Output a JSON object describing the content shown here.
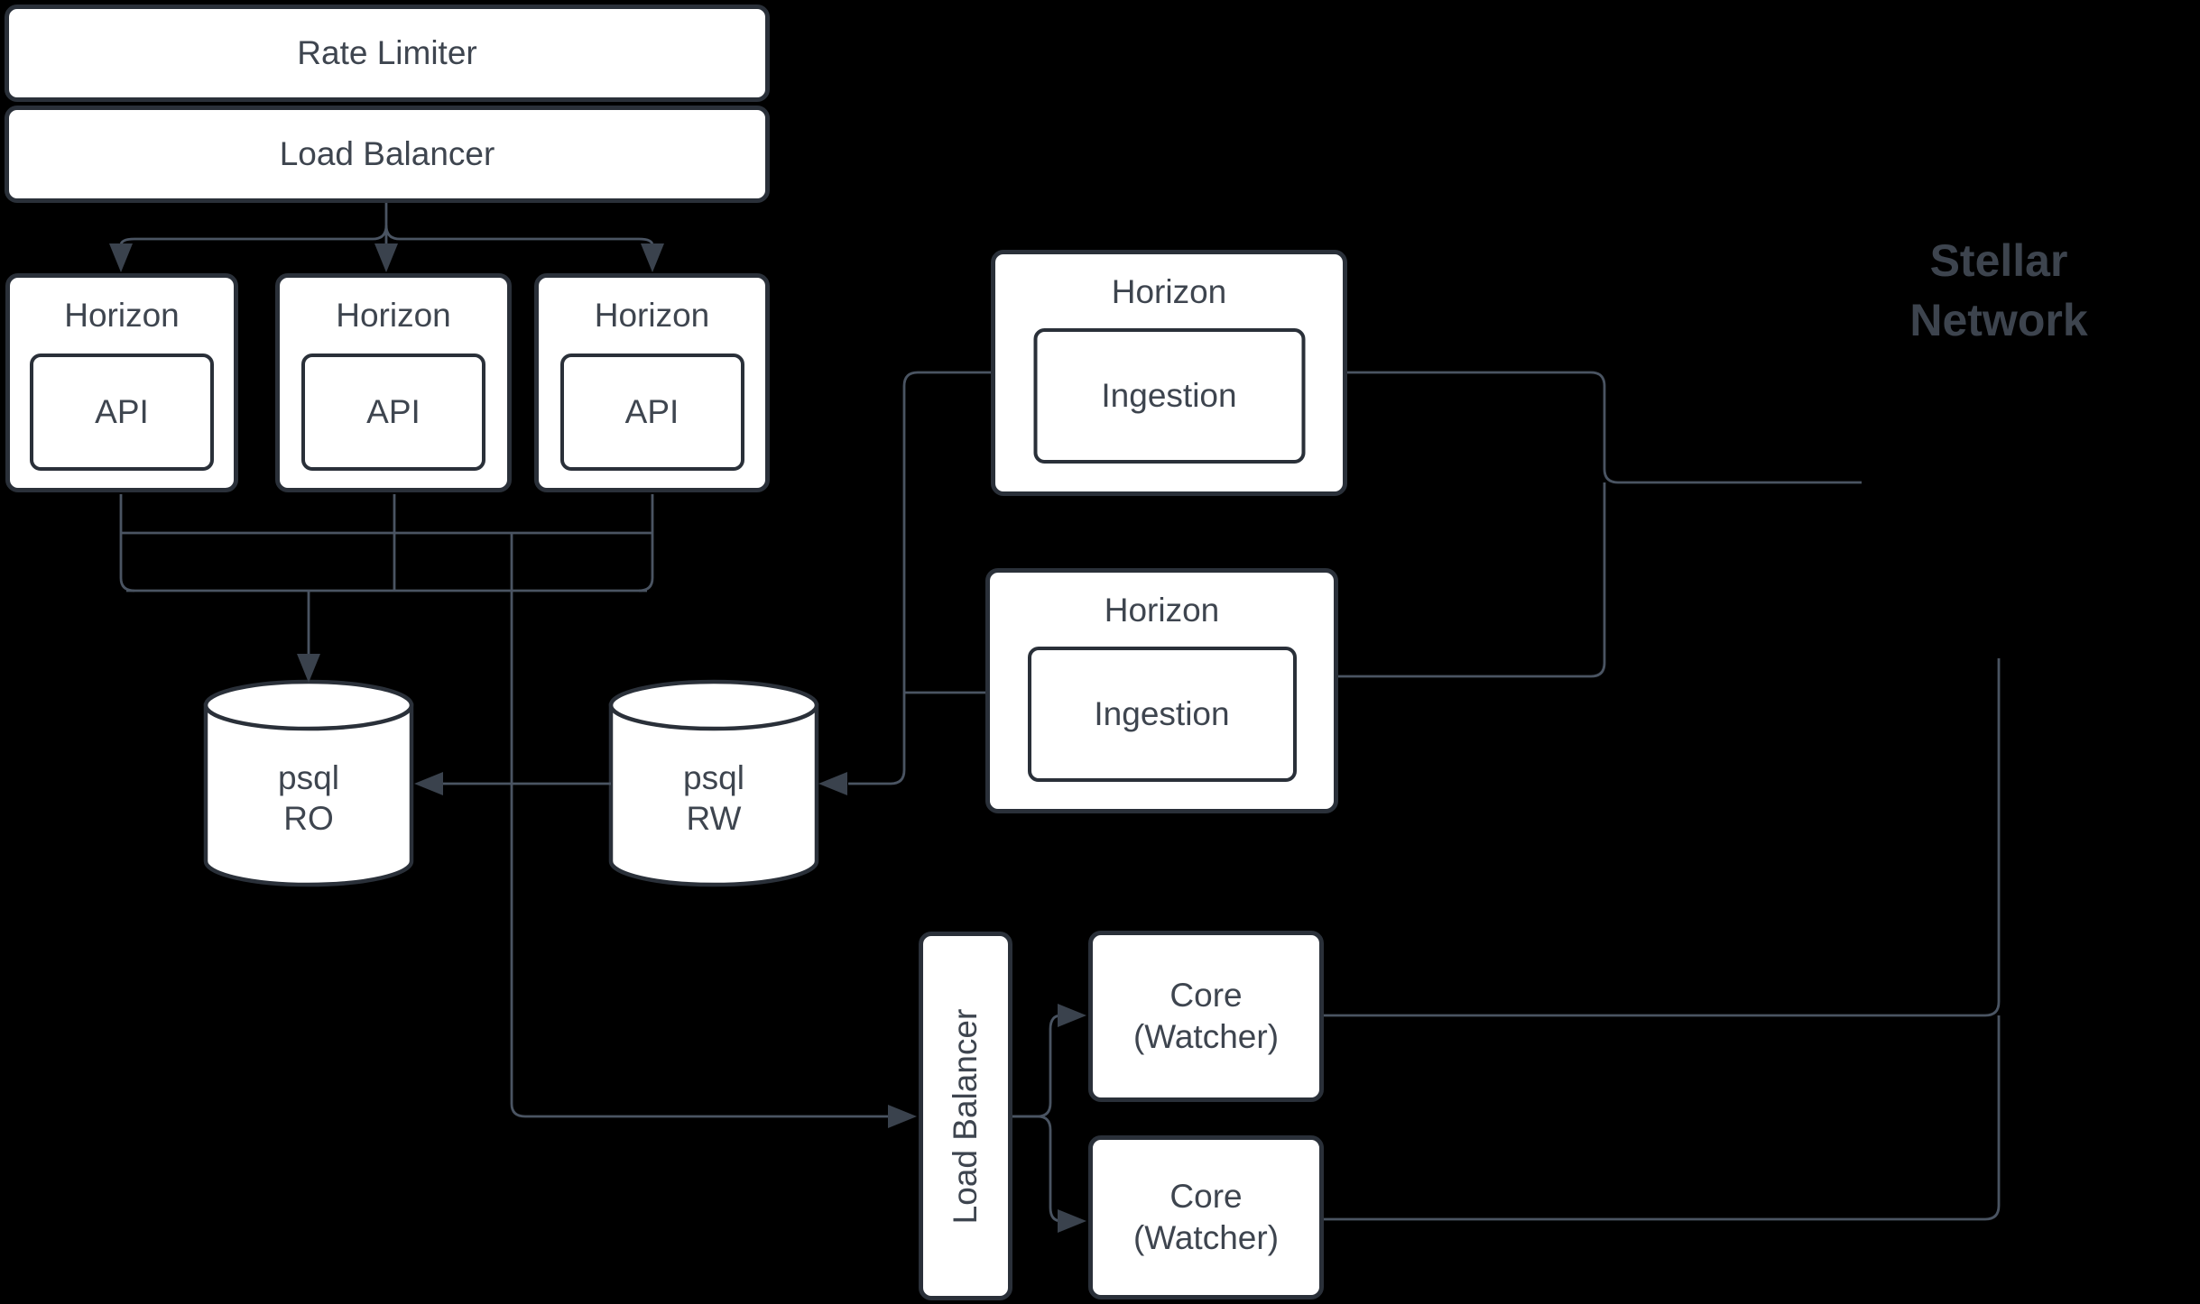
{
  "colors": {
    "background": "#000000",
    "node_fill": "#ffffff",
    "node_border": "#2a3039",
    "edge": "#4a5462",
    "arrow": "#3a424d",
    "text": "#3e454f",
    "network_text": "#3d444e"
  },
  "nodes": {
    "rate_limiter": {
      "label": "Rate Limiter"
    },
    "load_balancer_top": {
      "label": "Load Balancer"
    },
    "horizon_api_1": {
      "title": "Horizon",
      "child": "API"
    },
    "horizon_api_2": {
      "title": "Horizon",
      "child": "API"
    },
    "horizon_api_3": {
      "title": "Horizon",
      "child": "API"
    },
    "horizon_ingestion_1": {
      "title": "Horizon",
      "child": "Ingestion"
    },
    "horizon_ingestion_2": {
      "title": "Horizon",
      "child": "Ingestion"
    },
    "psql_ro": {
      "line1": "psql",
      "line2": "RO"
    },
    "psql_rw": {
      "line1": "psql",
      "line2": "RW"
    },
    "load_balancer_core": {
      "label": "Load Balancer"
    },
    "core_watcher_1": {
      "line1": "Core",
      "line2": "(Watcher)"
    },
    "core_watcher_2": {
      "line1": "Core",
      "line2": "(Watcher)"
    },
    "stellar_network": {
      "line1": "Stellar",
      "line2": "Network"
    }
  }
}
